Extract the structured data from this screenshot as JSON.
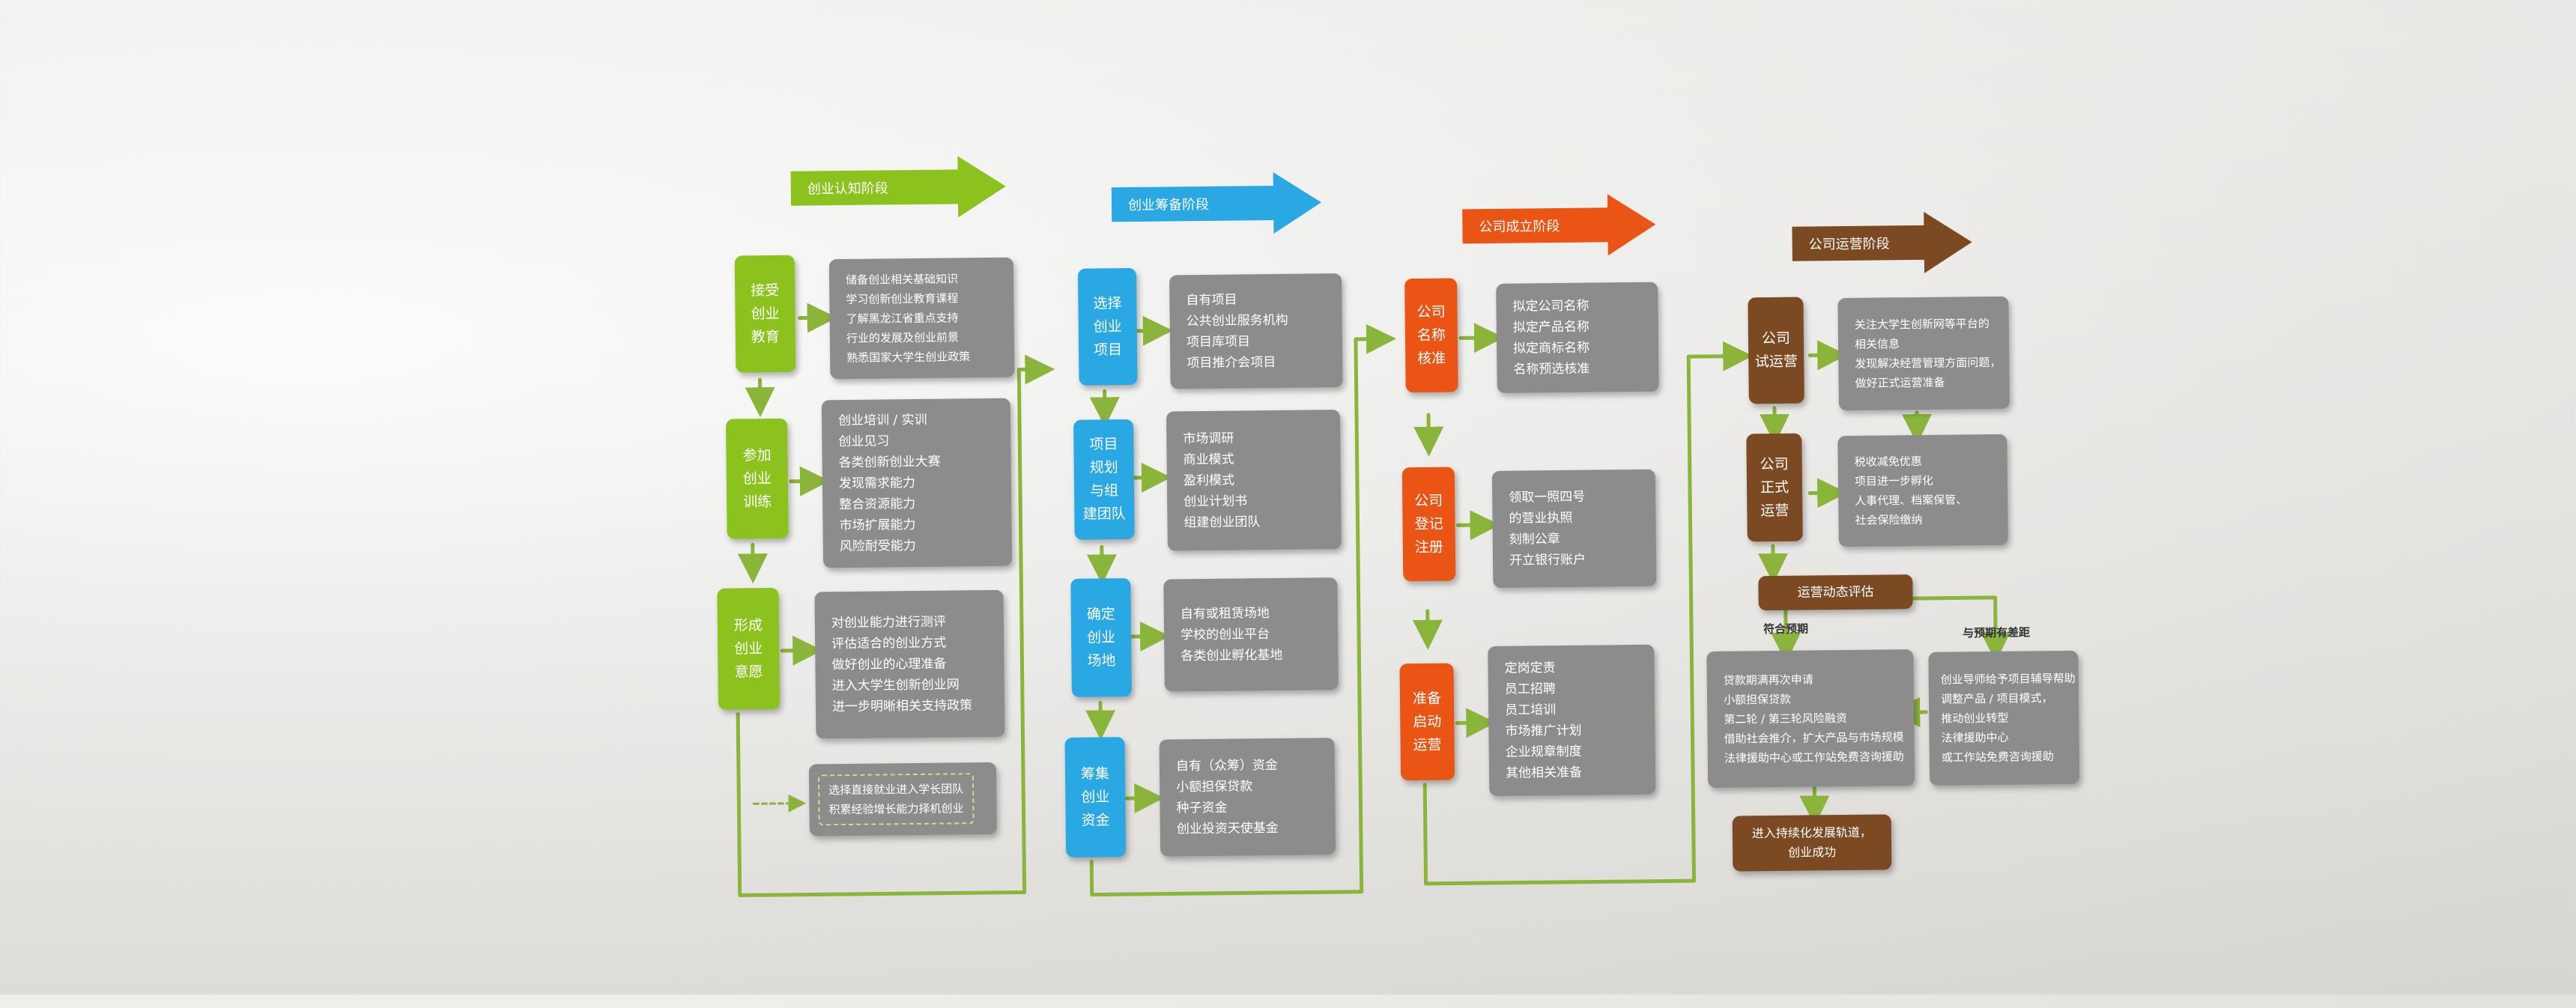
{
  "stages": {
    "s1": "创业认知阶段",
    "s2": "创业筹备阶段",
    "s3": "公司成立阶段",
    "s4": "公司运营阶段"
  },
  "col1": {
    "steps": [
      "接受\n创业\n教育",
      "参加\n创业\n训练",
      "形成\n创业\n意愿"
    ],
    "details": [
      [
        "储备创业相关基础知识",
        "学习创新创业教育课程",
        "了解黑龙江省重点支持",
        "行业的发展及创业前景",
        "熟悉国家大学生创业政策"
      ],
      [
        "创业培训 / 实训",
        "创业见习",
        "各类创新创业大赛",
        "发现需求能力",
        "整合资源能力",
        "市场扩展能力",
        "风险耐受能力"
      ],
      [
        "对创业能力进行测评",
        "评估适合的创业方式",
        "做好创业的心理准备",
        "进入大学生创新创业网",
        "进一步明晰相关支持政策"
      ]
    ],
    "extra": [
      "选择直接就业进入学长团队",
      "积累经验增长能力择机创业"
    ]
  },
  "col2": {
    "steps": [
      "选择\n创业\n项目",
      "项目\n规划\n与组\n建团队",
      "确定\n创业\n场地",
      "筹集\n创业\n资金"
    ],
    "details": [
      [
        "自有项目",
        "公共创业服务机构",
        "项目库项目",
        "项目推介会项目"
      ],
      [
        "市场调研",
        "商业模式",
        "盈利模式",
        "创业计划书",
        "组建创业团队"
      ],
      [
        "自有或租赁场地",
        "学校的创业平台",
        "各类创业孵化基地"
      ],
      [
        "自有（众筹）资金",
        "小额担保贷款",
        "种子资金",
        "创业投资天使基金"
      ]
    ]
  },
  "col3": {
    "steps": [
      "公司\n名称\n核准",
      "公司\n登记\n注册",
      "准备\n启动\n运营"
    ],
    "details": [
      [
        "拟定公司名称",
        "拟定产品名称",
        "拟定商标名称",
        "名称预选核准"
      ],
      [
        "领取一照四号",
        "的营业执照",
        "刻制公章",
        "开立银行账户"
      ],
      [
        "定岗定责",
        "员工招聘",
        "员工培训",
        "市场推广计划",
        "企业规章制度",
        "其他相关准备"
      ]
    ]
  },
  "col4": {
    "steps": [
      "公司\n试运营",
      "公司\n正式\n运营"
    ],
    "details": [
      [
        "关注大学生创新网等平台的",
        "相关信息",
        "发现解决经营管理方面问题，",
        "做好正式运营准备"
      ],
      [
        "税收减免优惠",
        "项目进一步孵化",
        "人事代理、档案保管、",
        "社会保险缴纳"
      ]
    ],
    "evaluate": "运营动态评估",
    "meet_label": "符合预期",
    "gap_label": "与预期有差距",
    "meet_detail": [
      "贷款期满再次申请",
      "小额担保贷款",
      "第二轮 / 第三轮风险融资",
      "借助社会推介，扩大产品与市场规模",
      "法律援助中心或工作站免费咨询援助"
    ],
    "gap_detail": [
      "创业导师给予项目辅导帮助",
      "调整产品 / 项目模式，",
      "推动创业转型",
      "法律援助中心",
      "或工作站免费咨询援助"
    ],
    "final": [
      "进入持续化发展轨道，",
      "创业成功"
    ]
  },
  "colors": {
    "green": "#8cc21e",
    "blue": "#29a8e4",
    "orange": "#ea5516",
    "brown": "#7b4a22",
    "detail_gray": "#8c8c8c",
    "connector": "#8ab43a"
  }
}
